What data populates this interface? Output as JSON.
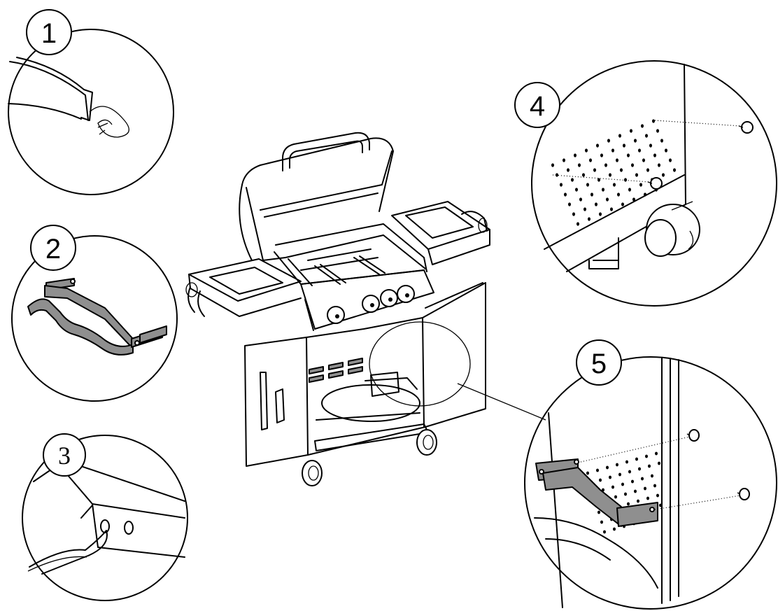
{
  "callouts": [
    {
      "number": "1",
      "part": "handle-strap-with-wire-hook"
    },
    {
      "number": "2",
      "part": "curved-bracket"
    },
    {
      "number": "3",
      "part": "side-shelf-corner-wire"
    },
    {
      "number": "4",
      "part": "cart-panel-screws"
    },
    {
      "number": "5",
      "part": "bracket-mounting-screws"
    }
  ],
  "colors": {
    "line": "#000000",
    "part_fill": "#8f8f8f",
    "background": "#ffffff"
  }
}
